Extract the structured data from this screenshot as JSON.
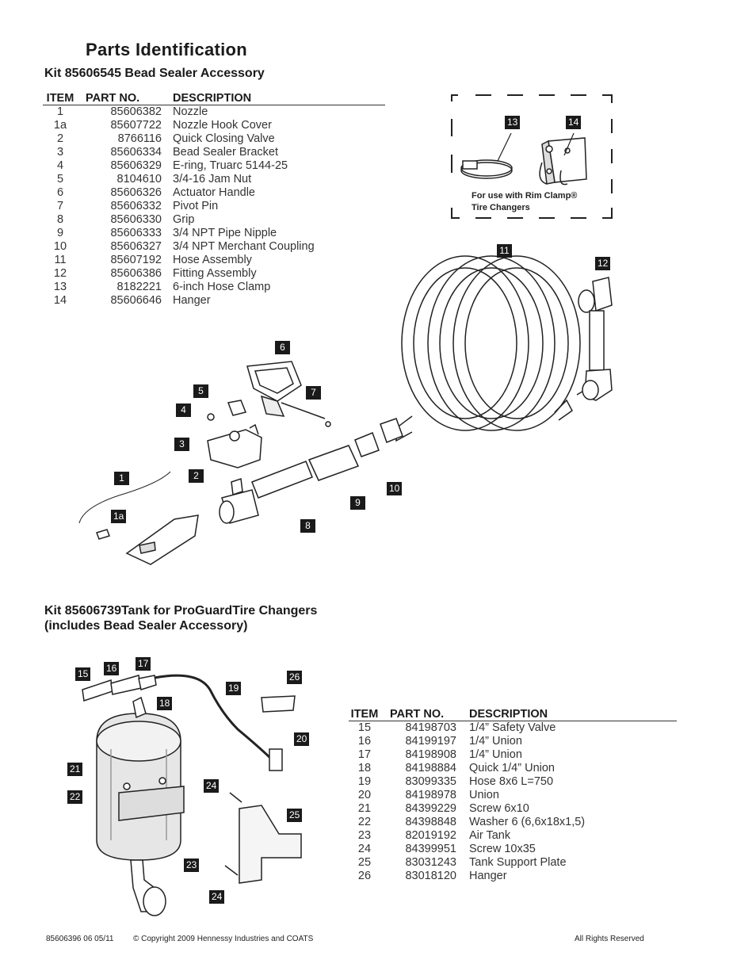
{
  "header": {
    "title": "Parts Identification",
    "kit1_title": "Kit 85606545 Bead Sealer Accessory",
    "kit2_title_line1": "Kit 85606739Tank for ProGuardTire Changers",
    "kit2_title_line2": "(includes Bead Sealer Accessory)"
  },
  "table1": {
    "headers": [
      "ITEM",
      "PART NO.",
      "DESCRIPTION"
    ],
    "rows": [
      [
        "1",
        "85606382",
        "Nozzle"
      ],
      [
        "1a",
        "85607722",
        "Nozzle Hook Cover"
      ],
      [
        "2",
        "8766116",
        "Quick Closing Valve"
      ],
      [
        "3",
        "85606334",
        "Bead Sealer Bracket"
      ],
      [
        "4",
        "85606329",
        "E-ring, Truarc 5144-25"
      ],
      [
        "5",
        "8104610",
        "3/4-16 Jam Nut"
      ],
      [
        "6",
        "85606326",
        "Actuator Handle"
      ],
      [
        "7",
        "85606332",
        "Pivot Pin"
      ],
      [
        "8",
        "85606330",
        "Grip"
      ],
      [
        "9",
        "85606333",
        "3/4 NPT Pipe Nipple"
      ],
      [
        "10",
        "85606327",
        "3/4 NPT Merchant Coupling"
      ],
      [
        "11",
        "85607192",
        "Hose Assembly"
      ],
      [
        "12",
        "85606386",
        "Fitting Assembly"
      ],
      [
        "13",
        "8182221",
        "6-inch Hose Clamp"
      ],
      [
        "14",
        "85606646",
        "Hanger"
      ]
    ]
  },
  "table2": {
    "headers": [
      "ITEM",
      "PART NO.",
      "DESCRIPTION"
    ],
    "rows": [
      [
        "15",
        "84198703",
        "1/4” Safety Valve"
      ],
      [
        "16",
        "84199197",
        "1/4” Union"
      ],
      [
        "17",
        "84198908",
        "1/4” Union"
      ],
      [
        "18",
        "84198884",
        "Quick 1/4” Union"
      ],
      [
        "19",
        "83099335",
        "Hose 8x6 L=750"
      ],
      [
        "20",
        "84198978",
        "Union"
      ],
      [
        "21",
        "84399229",
        "Screw 6x10"
      ],
      [
        "22",
        "84398848",
        "Washer 6 (6,6x18x1,5)"
      ],
      [
        "23",
        "82019192",
        "Air Tank"
      ],
      [
        "24",
        "84399951",
        "Screw 10x35"
      ],
      [
        "25",
        "83031243",
        "Tank Support Plate"
      ],
      [
        "26",
        "83018120",
        "Hanger"
      ]
    ]
  },
  "diagram1": {
    "note_line1": "For use with Rim Clamp®",
    "note_line2": "Tire Changers",
    "callouts": [
      "13",
      "14",
      "11",
      "12",
      "6",
      "5",
      "7",
      "4",
      "3",
      "2",
      "1",
      "1a",
      "10",
      "9",
      "8"
    ]
  },
  "diagram2": {
    "callouts": [
      "15",
      "16",
      "17",
      "18",
      "19",
      "26",
      "20",
      "21",
      "22",
      "24",
      "25",
      "23",
      "24"
    ]
  },
  "footer": {
    "doc_number": "85606396 06  05/11",
    "copyright": "© Copyright 2009 Hennessy Industries and COATS",
    "rights": "All Rights Reserved"
  }
}
